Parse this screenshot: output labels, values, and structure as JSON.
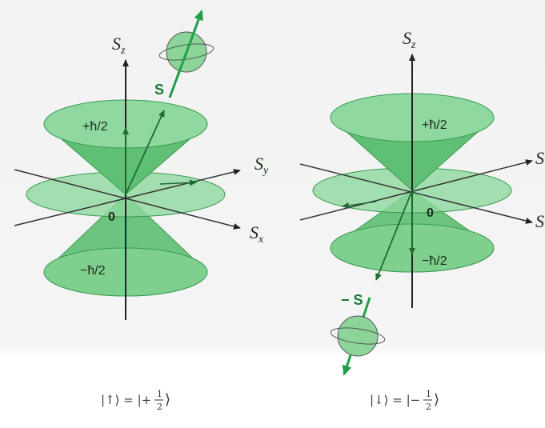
{
  "colors": {
    "cone_fill": "#7ccf8e",
    "cone_dark": "#5fbf74",
    "cone_edge": "#3c9a52",
    "spin_arrow": "#1fa048",
    "axis": "#222222",
    "planet": "#8dd49a"
  },
  "left_diagram": {
    "axis_z": "S",
    "axis_z_sub": "z",
    "axis_y": "S",
    "axis_y_sub": "y",
    "axis_x": "S",
    "axis_x_sub": "x",
    "plus_label": "+ħ/2",
    "minus_label": "−ħ/2",
    "origin_label": "0",
    "spin_label": "S",
    "state_ket_left": "|↑⟩ = |+",
    "state_num": "1",
    "state_den": "2"
  },
  "right_diagram": {
    "axis_z": "S",
    "axis_z_sub": "z",
    "axis_y": "S",
    "axis_x": "S",
    "plus_label": "+ħ/2",
    "minus_label": "−ħ/2",
    "origin_label": "0",
    "spin_label": "− S",
    "state_ket_left": "|↓⟩ = |−",
    "state_num": "1",
    "state_den": "2"
  }
}
